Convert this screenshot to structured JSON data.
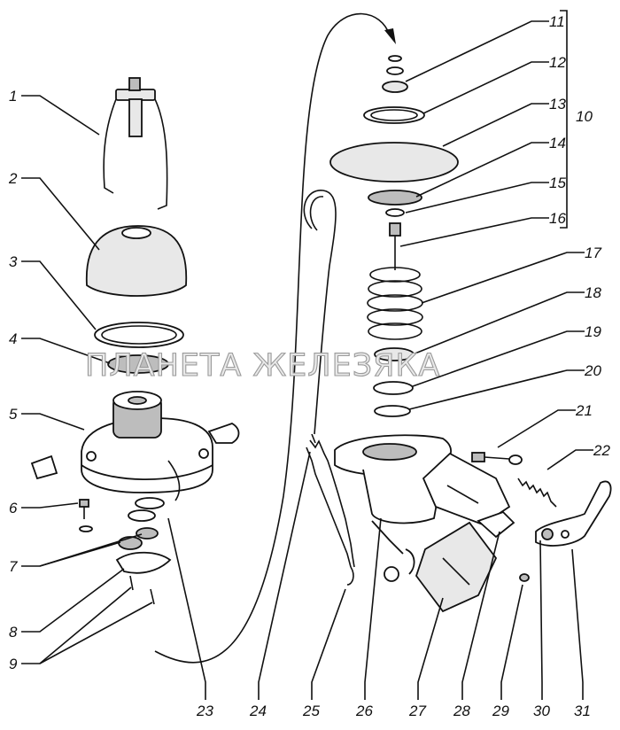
{
  "watermark": "ПЛАНЕТА ЖЕЛЕЗЯКА",
  "labels": {
    "p1": "1",
    "p2": "2",
    "p3": "3",
    "p4": "4",
    "p5": "5",
    "p6": "6",
    "p7": "7",
    "p8": "8",
    "p9": "9",
    "p10": "10",
    "p11": "11",
    "p12": "12",
    "p13": "13",
    "p14": "14",
    "p15": "15",
    "p16": "16",
    "p17": "17",
    "p18": "18",
    "p19": "19",
    "p20": "20",
    "p21": "21",
    "p22": "22",
    "p23": "23",
    "p24": "24",
    "p25": "25",
    "p26": "26",
    "p27": "27",
    "p28": "28",
    "p29": "29",
    "p30": "30",
    "p31": "31"
  }
}
